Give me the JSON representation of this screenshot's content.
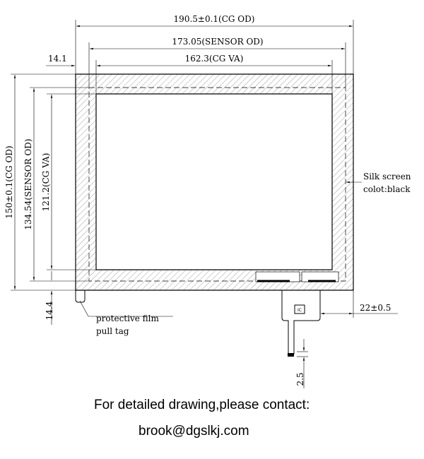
{
  "dimensions": {
    "cg_od_width": "190.5±0.1(CG OD)",
    "sensor_od_width": "173.05(SENSOR OD)",
    "cg_va_width": "162.3(CG VA)",
    "left_border": "14.1",
    "cg_od_height": "150±0.1(CG OD)",
    "sensor_od_height": "134.54(SENSOR OD)",
    "cg_va_height": "121.2(CG VA)",
    "bottom_border": "14.4",
    "fpc_offset": "22±0.5",
    "fpc_pitch": "2.5"
  },
  "annotations": {
    "silk_line1": "Silk screen",
    "silk_line2": "colot:black",
    "film_line1": "protective film",
    "film_line2": "pull tag",
    "ic_label": "IC"
  },
  "contact": {
    "line1": "For detailed drawing,please contact:",
    "email": "brook@dgslkj.com"
  }
}
